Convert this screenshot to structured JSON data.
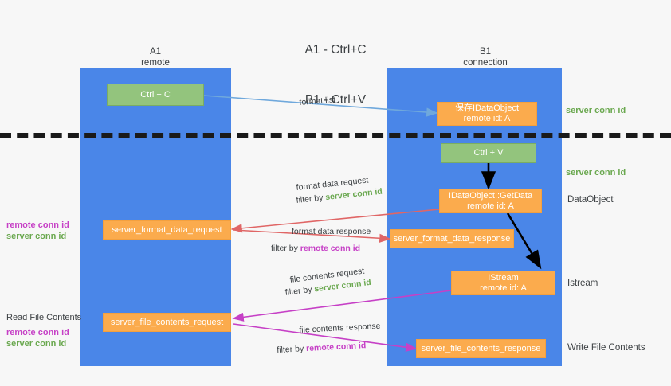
{
  "title": {
    "line1": "A1 - Ctrl+C",
    "line2": "B1 - Ctrl+V"
  },
  "colors": {
    "lane": "#4a86e8",
    "green_box": "#93c47d",
    "orange_box": "#fbab4d",
    "server_conn_text": "#6aa84f",
    "remote_conn_text": "#c640c6",
    "separator": "#1a1a1a",
    "background": "#f7f7f7",
    "arrow_blue": "#6fa8dc",
    "arrow_red": "#e06666",
    "arrow_magenta": "#c640c6",
    "arrow_black": "#000000"
  },
  "lanes": [
    {
      "id": "a1",
      "name": "A1",
      "sub": "remote"
    },
    {
      "id": "b1",
      "name": "B1",
      "sub": "connection"
    }
  ],
  "nodes": [
    {
      "id": "ctrl-c",
      "lane": "a1",
      "style": "green",
      "line1": "Ctrl + C",
      "line2": ""
    },
    {
      "id": "save-idataobject",
      "lane": "b1",
      "style": "orange",
      "line1": "保存IDataObject",
      "line2": "remote id: A"
    },
    {
      "id": "ctrl-v",
      "lane": "b1",
      "style": "green",
      "line1": "Ctrl + V",
      "line2": ""
    },
    {
      "id": "idataobject-getdata",
      "lane": "b1",
      "style": "orange",
      "line1": "IDataObject::GetData",
      "line2": "remote id: A"
    },
    {
      "id": "server-format-data-request",
      "lane": "a1",
      "style": "orange",
      "line1": "server_format_data_request",
      "line2": ""
    },
    {
      "id": "server-format-data-response",
      "lane": "b1",
      "style": "orange",
      "line1": "server_format_data_response",
      "line2": ""
    },
    {
      "id": "istream",
      "lane": "b1",
      "style": "orange",
      "line1": "IStream",
      "line2": "remote id: A"
    },
    {
      "id": "server-file-contents-request",
      "lane": "a1",
      "style": "orange",
      "line1": "server_file_contents_request",
      "line2": ""
    },
    {
      "id": "server-file-contents-response",
      "lane": "b1",
      "style": "orange",
      "line1": "server_file_contents_response",
      "line2": ""
    }
  ],
  "edge_labels": [
    {
      "id": "format-list",
      "text": "format list"
    },
    {
      "id": "format-data-request",
      "text": "format data request"
    },
    {
      "id": "format-data-request-filter",
      "prefix": "filter by ",
      "highlight": "server conn id",
      "highlight_color": "green"
    },
    {
      "id": "format-data-response",
      "text": "format data response"
    },
    {
      "id": "format-data-response-filter",
      "prefix": "filter by ",
      "highlight": "remote conn id",
      "highlight_color": "purple"
    },
    {
      "id": "file-contents-request",
      "text": "file contents request"
    },
    {
      "id": "file-contents-request-filter",
      "prefix": "filter by ",
      "highlight": "server conn id",
      "highlight_color": "green"
    },
    {
      "id": "file-contents-response",
      "text": "file contents response"
    },
    {
      "id": "file-contents-response-filter",
      "prefix": "filter by ",
      "highlight": "remote conn id",
      "highlight_color": "purple"
    }
  ],
  "left_annotations": [
    {
      "id": "left-conn-ids-1",
      "remote": "remote conn id",
      "server": "server conn id"
    },
    {
      "id": "read-file-contents",
      "heading": "Read File Contents",
      "remote": "remote conn id",
      "server": "server conn id"
    }
  ],
  "right_annotations": [
    {
      "id": "right-server-conn-1",
      "text": "server conn id",
      "kind": "green"
    },
    {
      "id": "right-server-conn-2",
      "text": "server conn id",
      "kind": "green"
    },
    {
      "id": "right-dataobject",
      "text": "DataObject",
      "kind": "plain"
    },
    {
      "id": "right-istream",
      "text": "Istream",
      "kind": "plain"
    },
    {
      "id": "right-write-file",
      "text": "Write File Contents",
      "kind": "plain"
    }
  ]
}
